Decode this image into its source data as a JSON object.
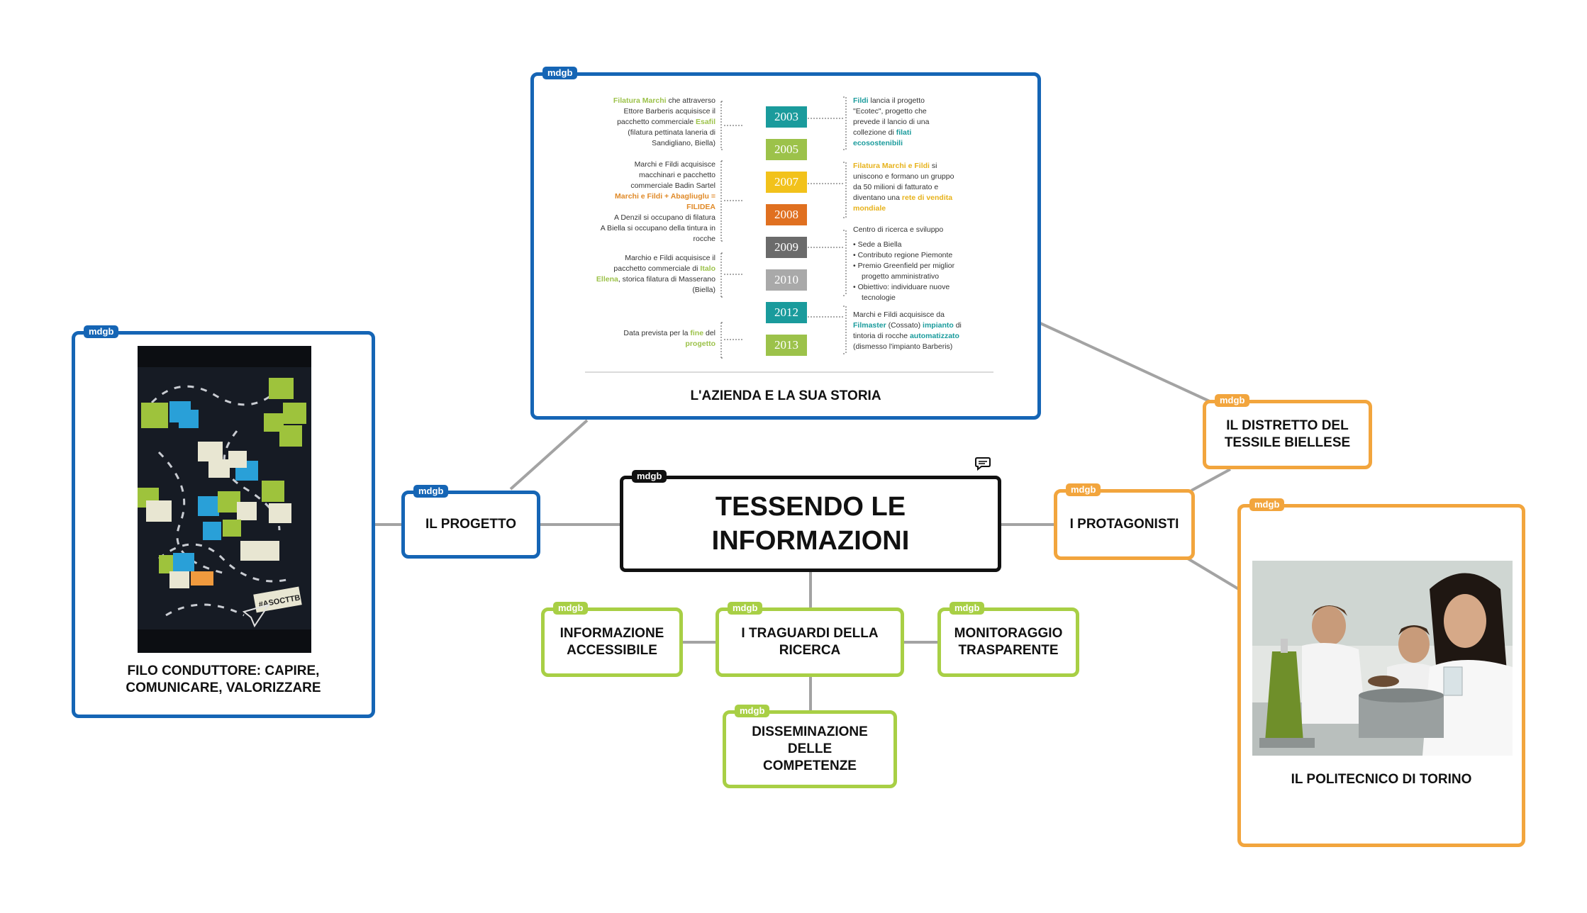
{
  "central": {
    "tag": "mdgb",
    "title": "TESSENDO LE INFORMAZIONI"
  },
  "nodes": {
    "progetto": {
      "tag": "mdgb",
      "label": "IL PROGETTO"
    },
    "filo": {
      "tag": "mdgb",
      "label": "FILO CONDUTTORE: CAPIRE, COMUNICARE, VALORIZZARE"
    },
    "azienda": {
      "tag": "mdgb",
      "label": "L'AZIENDA E LA SUA STORIA"
    },
    "protagonisti": {
      "tag": "mdgb",
      "label": "I PROTAGONISTI"
    },
    "distretto": {
      "tag": "mdgb",
      "label": "IL DISTRETTO DEL TESSILE BIELLESE"
    },
    "politecnico": {
      "tag": "mdgb",
      "label": "IL POLITECNICO DI TORINO"
    },
    "informazione": {
      "tag": "mdgb",
      "label": "INFORMAZIONE ACCESSIBILE"
    },
    "traguardi": {
      "tag": "mdgb",
      "label": "I TRAGUARDI DELLA RICERCA"
    },
    "monitoraggio": {
      "tag": "mdgb",
      "label": "MONITORAGGIO TRASPARENTE"
    },
    "disseminazione": {
      "tag": "mdgb",
      "label": "DISSEMINAZIONE DELLE COMPETENZE"
    }
  },
  "photo": {
    "hashtag": "#ASOCTTB"
  },
  "timeline": {
    "years": [
      {
        "label": "2003",
        "color": "#1a9b9c"
      },
      {
        "label": "2005",
        "color": "#9cc24a"
      },
      {
        "label": "2007",
        "color": "#f2c21b"
      },
      {
        "label": "2008",
        "color": "#e07020"
      },
      {
        "label": "2009",
        "color": "#6b6b6b"
      },
      {
        "label": "2010",
        "color": "#a9a9a9"
      },
      {
        "label": "2012",
        "color": "#1a9b9c"
      },
      {
        "label": "2013",
        "color": "#9cc24a"
      }
    ],
    "left": {
      "b1": [
        "Filatura Marchi",
        " che attraverso",
        "Ettore Barberis acquisisce il",
        "pacchetto commerciale ",
        "Esafil",
        "(filatura pettinata laneria di",
        "Sandigliano, Biella)"
      ],
      "b2": [
        "Marchi e Fildi acquisisce",
        "macchinari e pacchetto",
        "commerciale Badin Sartel",
        "Marchi e Fildi + Abagliuglu =",
        "FILIDEA",
        "A Denzil si occupano di filatura",
        "A Biella si occupano della tintura in",
        "rocche"
      ],
      "b3": [
        "Marchio e Fildi acquisisce il",
        "pacchetto commerciale di ",
        "Italo",
        "Ellena",
        ", storica filatura di Masserano",
        "(Biella)"
      ],
      "b4": [
        "Data prevista per la ",
        "fine",
        " del",
        "progetto"
      ]
    },
    "right": {
      "b1": [
        "Fildi",
        " lancia il progetto",
        "\"Ecotec\", progetto che",
        "prevede il lancio di una",
        "collezione di ",
        "filati",
        "ecosostenibili"
      ],
      "b2": [
        "Filatura Marchi e Fildi",
        " si",
        "uniscono e formano un gruppo",
        "da 50 milioni di fatturato e",
        "diventano una ",
        "rete di vendita",
        "mondiale"
      ],
      "b3": [
        "Centro di ricerca e sviluppo",
        "Sede a Biella",
        "Contributo regione Piemonte",
        "Premio Greenfield per miglior",
        "progetto amministrativo",
        "Obiettivo: individuare nuove",
        "tecnologie"
      ],
      "b4": [
        "Marchi e Fildi acquisisce da",
        "Filmaster",
        " (Cossato) ",
        "impianto",
        " di",
        "tintoria di rocche ",
        "automatizzato",
        "(dismesso l'impianto Barberis)"
      ]
    }
  }
}
